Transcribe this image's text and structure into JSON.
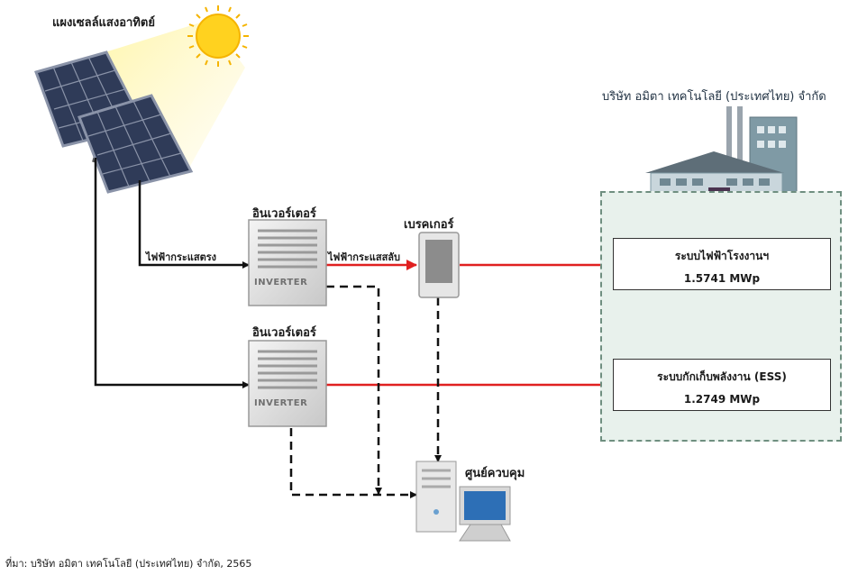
{
  "labels": {
    "solar_panel": "แผงเซลล์แสงอาทิตย์",
    "company": "บริษัท อมิตา เทคโนโลยี (ประเทศไทย) จำกัด",
    "inverter_top": "อินเวอร์เตอร์",
    "inverter_bottom": "อินเวอร์เตอร์",
    "breaker": "เบรคเกอร์",
    "dc_power": "ไฟฟ้ากระแสตรง",
    "ac_power": "ไฟฟ้ากระแสสลับ",
    "control_center": "ศูนย์ควบคุม",
    "inverter_badge_1": "INVERTER",
    "inverter_badge_2": "INVERTER"
  },
  "systems": [
    {
      "title": "ระบบไฟฟ้าโรงงานฯ",
      "value": "1.5741 MWp"
    },
    {
      "title": "ระบบกักเก็บพลังงาน (ESS)",
      "value": "1.2749 MWp"
    }
  ],
  "source": "ที่มา: บริษัท อมิตา เทคโนโลยี (ประเทศไทย) จำกัด, 2565",
  "colors": {
    "ac_line": "#e02020",
    "dc_line": "#111111",
    "zone_fill": "#e8f1ec",
    "zone_border": "#6f8f80",
    "sun": "#ffd21f"
  }
}
